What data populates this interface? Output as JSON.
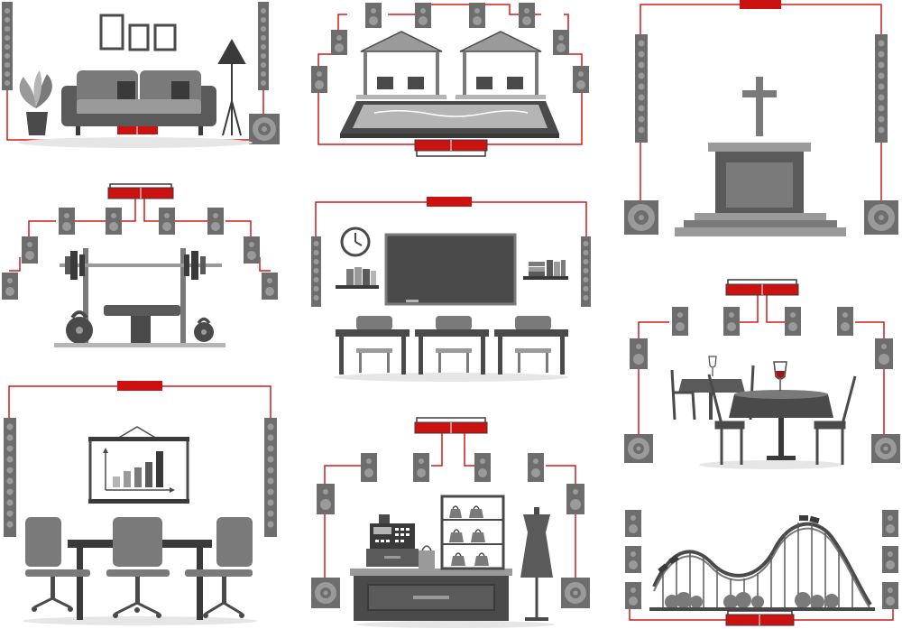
{
  "colors": {
    "wire": "#d11a1a",
    "amp": "#cc1111",
    "speaker_body": "#6d6d6d",
    "speaker_cone": "#9a9a9a",
    "dark": "#4a4a4a",
    "mid": "#7a7a7a",
    "light": "#b5b5b5",
    "floor": "#e6e6e6"
  },
  "scenes": [
    {
      "id": "living-room",
      "icon": "sofa-icon"
    },
    {
      "id": "pool",
      "icon": "pool-icon"
    },
    {
      "id": "church",
      "icon": "cross-icon"
    },
    {
      "id": "gym",
      "icon": "barbell-icon"
    },
    {
      "id": "classroom",
      "icon": "chalkboard-icon"
    },
    {
      "id": "restaurant",
      "icon": "dining-table-icon"
    },
    {
      "id": "conference-room",
      "icon": "presentation-board-icon"
    },
    {
      "id": "shop",
      "icon": "cash-register-icon"
    },
    {
      "id": "amusement-park",
      "icon": "roller-coaster-icon"
    }
  ]
}
